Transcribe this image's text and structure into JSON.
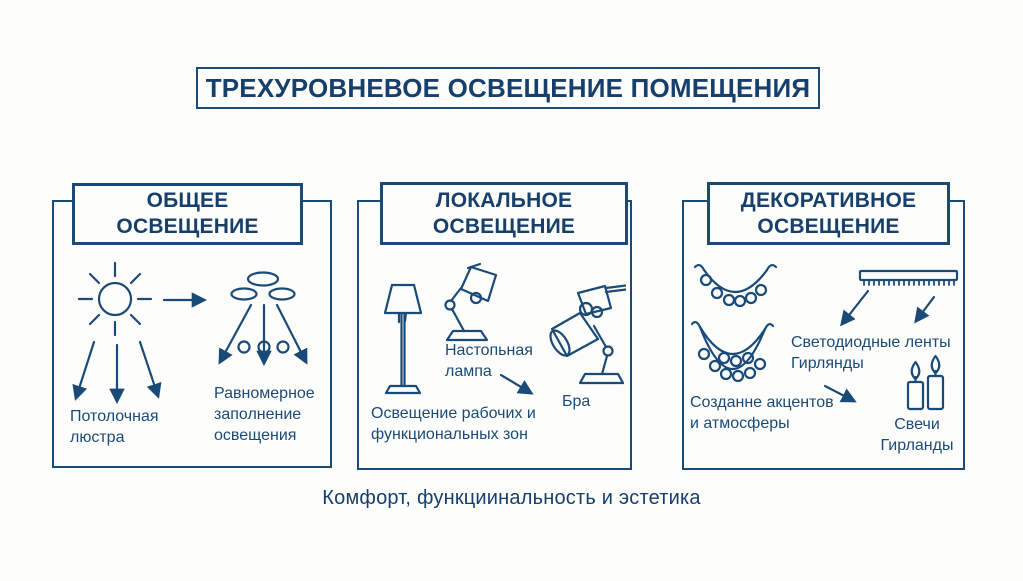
{
  "colors": {
    "navy": "#1a4a78",
    "dark_navy": "#163f6c",
    "background": "#fdfdfb"
  },
  "title": {
    "text": "ТРЕХУРОВНЕВОЕ ОСВЕЩЕНИЕ ПОМЕЩЕНИЯ"
  },
  "footer": {
    "text": "Комфорт, функциинальность и эстетика"
  },
  "panels": {
    "general": {
      "header_lines": [
        "ОБЩЕЕ",
        "ОСВЕЩЕНИЕ"
      ],
      "icons": [
        "sun-icon",
        "arrow-right-icon",
        "chandelier-icon",
        "down-arrows-icon"
      ],
      "labels": {
        "chandelier": [
          "Потолочная",
          "люстра"
        ],
        "uniform": [
          "Равномерное",
          "заполнение",
          "освещения"
        ]
      }
    },
    "local": {
      "header_lines": [
        "ЛОКАЛЬНОЕ",
        "ОСВЕЩЕНИЕ"
      ],
      "icons": [
        "floor-lamp-icon",
        "desk-lamp-icon",
        "wall-sconce-icon",
        "table-lamp-icon"
      ],
      "labels": {
        "desk_lamp": [
          "Настопьная",
          "лампа"
        ],
        "sconce": [
          "Бра"
        ],
        "zones": [
          "Освещение рабочих и",
          "функциональных зон"
        ]
      }
    },
    "decorative": {
      "header_lines": [
        "ДЕКОРАТИВНОЕ",
        "ОСВЕЩЕНИЕ"
      ],
      "icons": [
        "garland-icon",
        "led-strip-icon",
        "double-garland-icon",
        "candles-icon"
      ],
      "labels": {
        "led": [
          "Светодиодные ленты",
          "Гирлянды"
        ],
        "accents": [
          "Созданне акцентов",
          "и атмосферы"
        ],
        "candles": [
          "Свечи",
          "Гирланды"
        ]
      }
    }
  }
}
